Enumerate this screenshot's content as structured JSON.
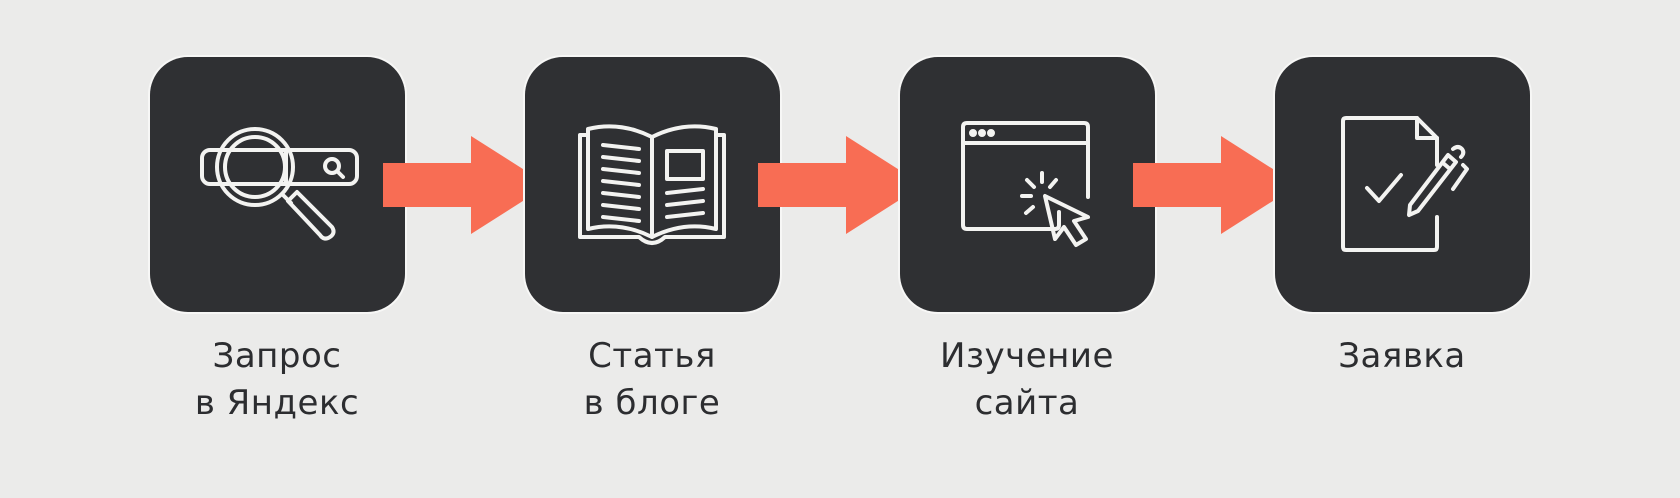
{
  "colors": {
    "background": "#ebebea",
    "tile": "#2f3033",
    "icon_stroke": "#f3f3f1",
    "arrow": "#f86d54",
    "text": "#2c2d30"
  },
  "steps": [
    {
      "icon": "search-bar-magnifier-icon",
      "lines": [
        "Запрос",
        "в Яндекс"
      ]
    },
    {
      "icon": "open-book-icon",
      "lines": [
        "Статья",
        "в блоге"
      ]
    },
    {
      "icon": "browser-cursor-click-icon",
      "lines": [
        "Изучение",
        "сайта"
      ]
    },
    {
      "icon": "form-checkmark-pencil-icon",
      "lines": [
        "Заявка"
      ]
    }
  ],
  "arrows": [
    "right-arrow",
    "right-arrow",
    "right-arrow"
  ]
}
